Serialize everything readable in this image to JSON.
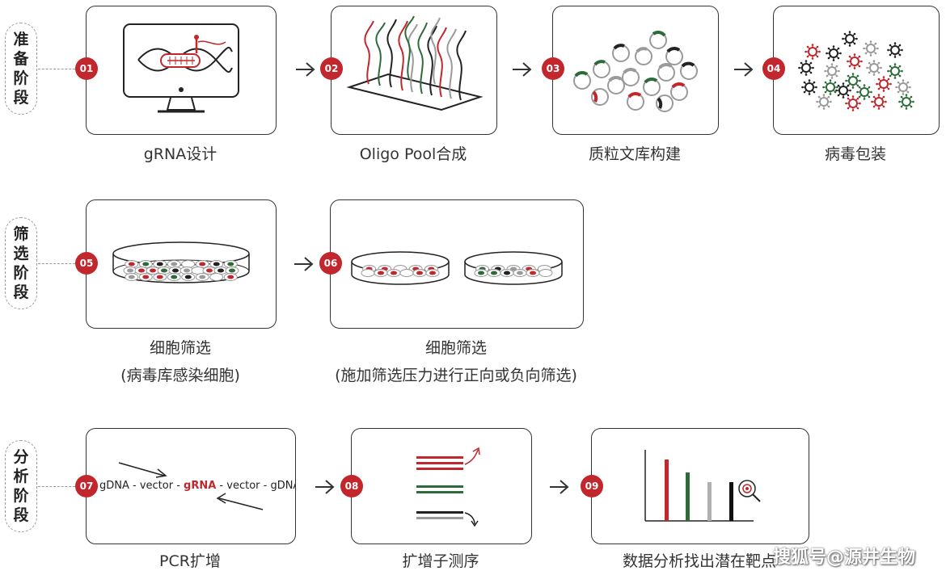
{
  "stages": {
    "prep": [
      "准",
      "备",
      "阶",
      "段"
    ],
    "screen": [
      "筛",
      "选",
      "阶",
      "段"
    ],
    "analysis": [
      "分",
      "析",
      "阶",
      "段"
    ]
  },
  "steps": [
    {
      "num": "01",
      "label": "gRNA设计"
    },
    {
      "num": "02",
      "label": "Oligo Pool合成"
    },
    {
      "num": "03",
      "label": "质粒文库构建"
    },
    {
      "num": "04",
      "label": "病毒包装"
    },
    {
      "num": "05",
      "label": "细胞筛选",
      "sublabel": "(病毒库感染细胞)"
    },
    {
      "num": "06",
      "label": "细胞筛选",
      "sublabel": "(施加筛选压力进行正向或负向筛选)"
    },
    {
      "num": "07",
      "label": "PCR扩增"
    },
    {
      "num": "08",
      "label": "扩增子测序"
    },
    {
      "num": "09",
      "label": "数据分析找出潜在靶点"
    }
  ],
  "pcr_text": {
    "part1": "gDNA - vector - ",
    "grna": "gRNA",
    "part2": " - vector - gDNA"
  },
  "watermark": "搜狐号@源井生物",
  "colors": {
    "accent": "#c1272d",
    "green": "#2e6b3a",
    "gray": "#9a9a9a",
    "dark": "#222222"
  }
}
